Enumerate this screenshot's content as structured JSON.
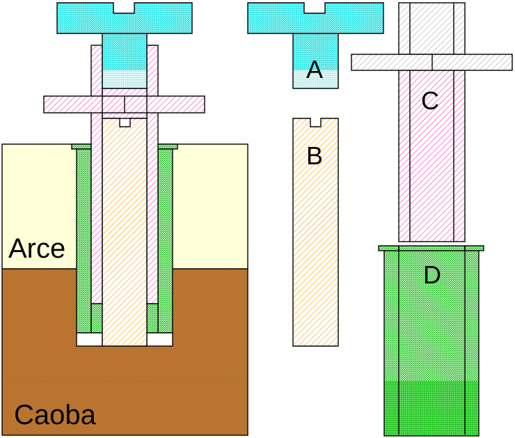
{
  "labels": {
    "maple": "Arce",
    "mahogany": "Caoba",
    "part_a": "A",
    "part_b": "B",
    "part_c": "C",
    "part_d": "D"
  },
  "colors": {
    "cyan": "#00e0e0",
    "pink": "#ff40c0",
    "orange": "#ffa500",
    "green": "#00c000",
    "maple": "#ffffd8",
    "mahogany": "#b85c00",
    "gray": "#a0a0a0"
  }
}
